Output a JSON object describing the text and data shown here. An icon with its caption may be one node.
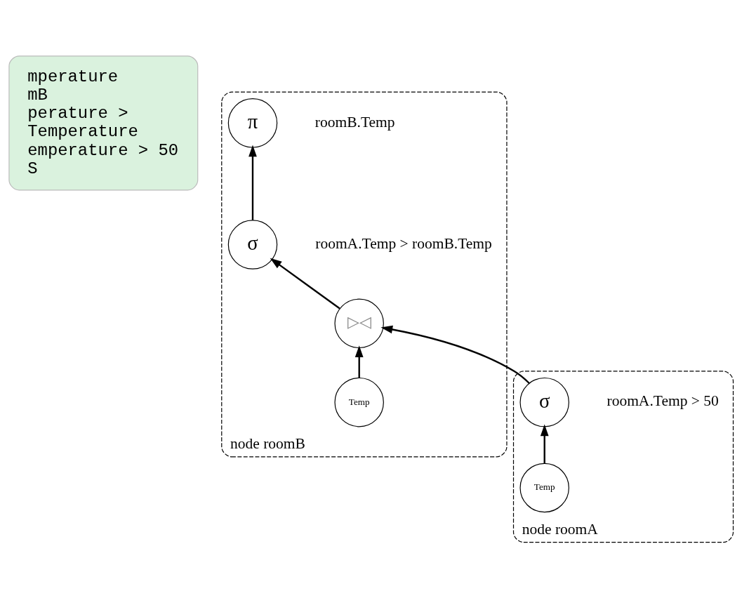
{
  "diagram": {
    "nodes": [
      {
        "text": [
          "mperature",
          "mB",
          "perature >",
          "Temperature",
          "emperature > 50",
          "S"
        ]
      },
      {
        "text": [
          "node roomB"
        ]
      },
      {
        "text": [
          "π"
        ],
        "in": 1,
        "beside": [
          "roomB.Temp"
        ]
      },
      {
        "text": [
          "σ"
        ],
        "in": 1,
        "beside": [
          "roomA.Temp > roomB.Temp"
        ]
      },
      {
        "text": [
          "▷◁"
        ],
        "in": 1
      },
      {
        "text": [
          "Temp"
        ],
        "in": 1
      },
      {
        "text": [
          "node roomA"
        ]
      },
      {
        "text": [
          "σ"
        ],
        "in": 6,
        "beside": [
          "roomA.Temp > 50"
        ]
      },
      {
        "text": [
          "Temp"
        ],
        "in": 6
      }
    ],
    "edges": [
      {
        "from": 3,
        "to": 2,
        "arrow": "to"
      },
      {
        "from": 4,
        "to": 3,
        "arrow": "to"
      },
      {
        "from": 5,
        "to": 4,
        "arrow": "to"
      },
      {
        "from": 7,
        "to": 4,
        "arrow": "to"
      },
      {
        "from": 8,
        "to": 7,
        "arrow": "to"
      }
    ]
  }
}
